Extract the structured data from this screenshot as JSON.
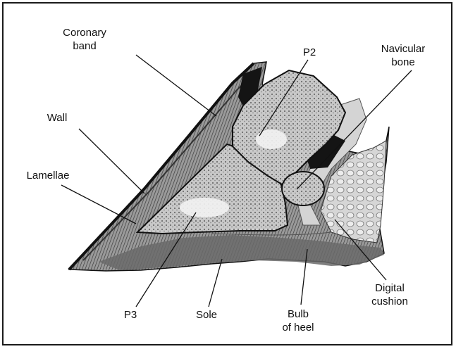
{
  "labels": {
    "coronary_band": [
      "Coronary",
      "band"
    ],
    "p2": "P2",
    "navicular_bone": [
      "Navicular",
      "bone"
    ],
    "wall": "Wall",
    "lamellae": "Lamellae",
    "p3": "P3",
    "sole": "Sole",
    "bulb_of_heel": [
      "Bulb",
      "of heel"
    ],
    "digital_cushion": [
      "Digital",
      "cushion"
    ]
  },
  "colors": {
    "ink": "#111111",
    "bone_fill": "#bdbdbd",
    "marrow": "#f2f2f2",
    "hoof_fill": "#8a8a8a",
    "tendon_fill": "#d8d8d8",
    "dark_cavity": "#141414"
  }
}
